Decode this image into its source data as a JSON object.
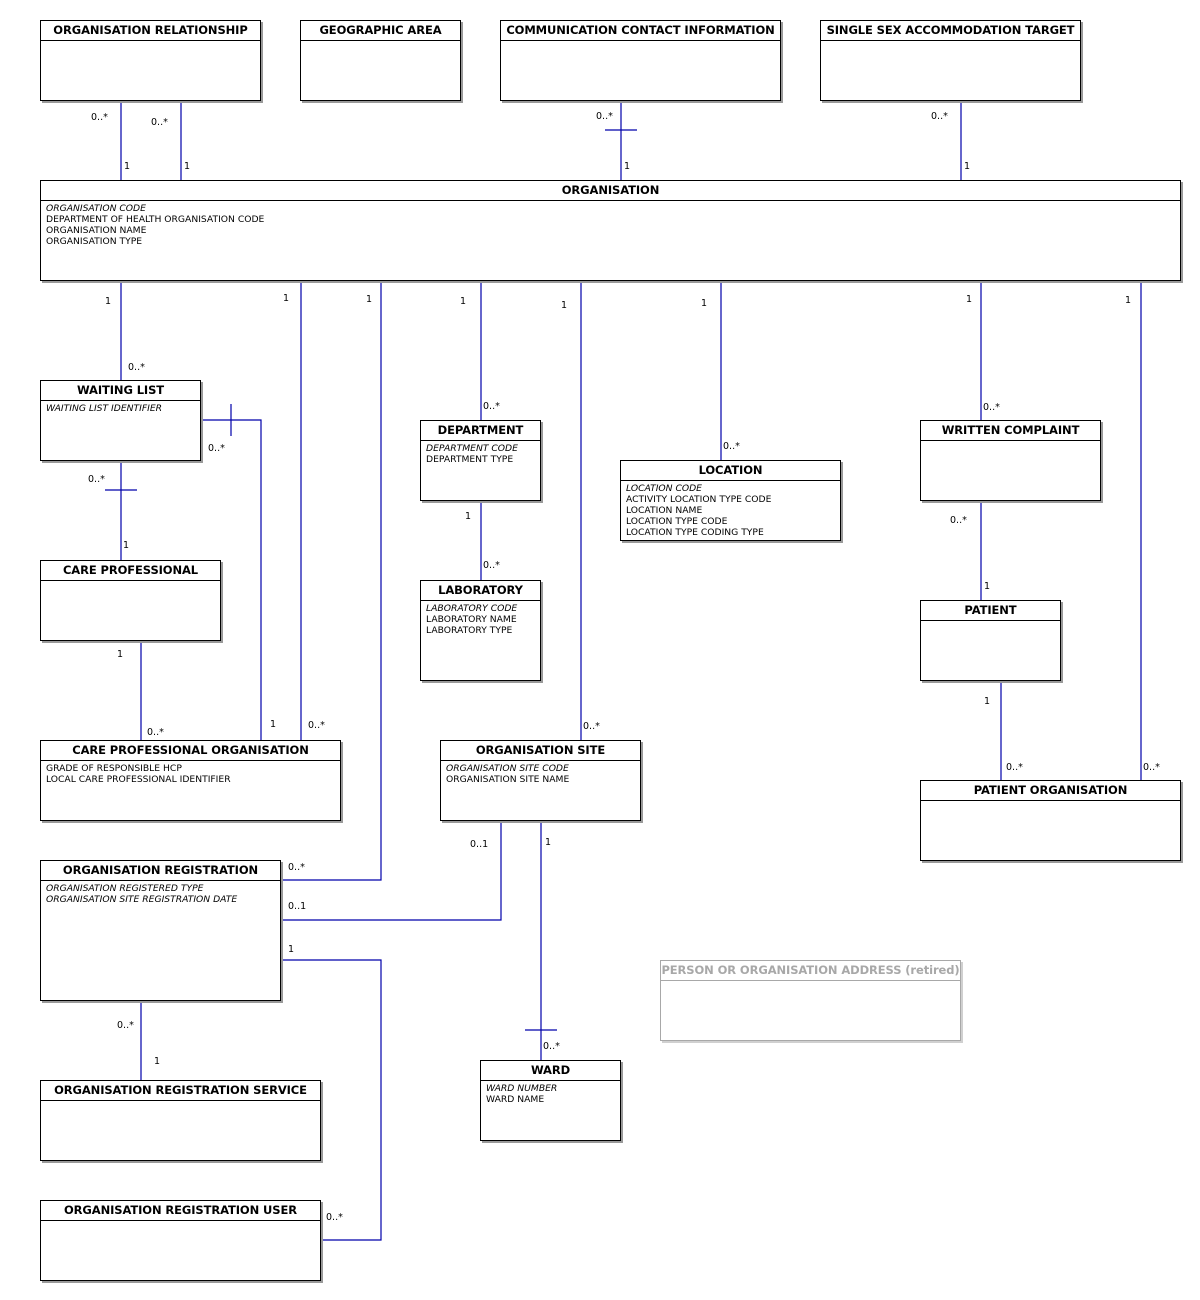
{
  "entities": {
    "organisation_relationship": {
      "title": "ORGANISATION RELATIONSHIP",
      "attrs": []
    },
    "geographic_area": {
      "title": "GEOGRAPHIC AREA",
      "attrs": []
    },
    "communication_contact_information": {
      "title": "COMMUNICATION CONTACT INFORMATION",
      "attrs": []
    },
    "single_sex_accommodation_target": {
      "title": "SINGLE SEX ACCOMMODATION TARGET",
      "attrs": []
    },
    "organisation": {
      "title": "ORGANISATION",
      "attrs": [
        {
          "text": "ORGANISATION CODE",
          "key": true
        },
        {
          "text": "DEPARTMENT OF HEALTH ORGANISATION CODE",
          "key": false
        },
        {
          "text": "ORGANISATION NAME",
          "key": false
        },
        {
          "text": "ORGANISATION TYPE",
          "key": false
        }
      ]
    },
    "waiting_list": {
      "title": "WAITING LIST",
      "attrs": [
        {
          "text": "WAITING LIST IDENTIFIER",
          "key": true
        }
      ]
    },
    "care_professional": {
      "title": "CARE PROFESSIONAL",
      "attrs": []
    },
    "care_professional_organisation": {
      "title": "CARE PROFESSIONAL ORGANISATION",
      "attrs": [
        {
          "text": "GRADE OF RESPONSIBLE HCP",
          "key": false
        },
        {
          "text": "LOCAL CARE PROFESSIONAL IDENTIFIER",
          "key": false
        }
      ]
    },
    "department": {
      "title": "DEPARTMENT",
      "attrs": [
        {
          "text": "DEPARTMENT CODE",
          "key": true
        },
        {
          "text": "DEPARTMENT TYPE",
          "key": false
        }
      ]
    },
    "laboratory": {
      "title": "LABORATORY",
      "attrs": [
        {
          "text": "LABORATORY CODE",
          "key": true
        },
        {
          "text": "LABORATORY NAME",
          "key": false
        },
        {
          "text": "LABORATORY TYPE",
          "key": false
        }
      ]
    },
    "location": {
      "title": "LOCATION",
      "attrs": [
        {
          "text": "LOCATION CODE",
          "key": true
        },
        {
          "text": "ACTIVITY LOCATION TYPE CODE",
          "key": false
        },
        {
          "text": "LOCATION NAME",
          "key": false
        },
        {
          "text": "LOCATION TYPE CODE",
          "key": false
        },
        {
          "text": "LOCATION TYPE CODING TYPE",
          "key": false
        }
      ]
    },
    "written_complaint": {
      "title": "WRITTEN COMPLAINT",
      "attrs": []
    },
    "patient": {
      "title": "PATIENT",
      "attrs": []
    },
    "patient_organisation": {
      "title": "PATIENT ORGANISATION",
      "attrs": []
    },
    "organisation_site": {
      "title": "ORGANISATION SITE",
      "attrs": [
        {
          "text": "ORGANISATION SITE CODE",
          "key": true
        },
        {
          "text": "ORGANISATION SITE NAME",
          "key": false
        }
      ]
    },
    "organisation_registration": {
      "title": "ORGANISATION REGISTRATION",
      "attrs": [
        {
          "text": "ORGANISATION REGISTERED TYPE",
          "key": true
        },
        {
          "text": "ORGANISATION SITE REGISTRATION DATE",
          "key": true
        }
      ]
    },
    "organisation_registration_service": {
      "title": "ORGANISATION REGISTRATION SERVICE",
      "attrs": []
    },
    "organisation_registration_user": {
      "title": "ORGANISATION REGISTRATION USER",
      "attrs": []
    },
    "ward": {
      "title": "WARD",
      "attrs": [
        {
          "text": "WARD NUMBER",
          "key": true
        },
        {
          "text": "WARD NAME",
          "key": false
        }
      ]
    },
    "person_or_organisation_address": {
      "title": "PERSON OR ORGANISATION ADDRESS (retired)",
      "attrs": []
    }
  },
  "multiplicities": {
    "orgrel_a_top": "0..*",
    "orgrel_a_bottom": "1",
    "orgrel_b_top": "0..*",
    "orgrel_b_bottom": "1",
    "comm_top": "0..*",
    "comm_bottom": "1",
    "sex_top": "0..*",
    "sex_bottom": "1",
    "wl_org": "1",
    "wl_many": "0..*",
    "wl_cpo_many": "0..*",
    "wl_cpo_one": "1",
    "wl_cp_many": "0..*",
    "cp_wl_one": "1",
    "cp_one": "1",
    "cpo_many_cp": "0..*",
    "org_cpo_one": "1",
    "cpo_many_org": "0..*",
    "org_reg_one": "1",
    "reg_many_org": "0..*",
    "org_dept_one": "1",
    "dept_many": "0..*",
    "dept_lab_one": "1",
    "lab_many": "0..*",
    "org_site_one": "1",
    "site_many": "0..*",
    "org_loc_one": "1",
    "loc_many": "0..*",
    "org_wc_one": "1",
    "wc_many": "0..*",
    "wc_pat_many": "0..*",
    "pat_wc_one": "1",
    "org_po_one": "1",
    "po_many_org": "0..*",
    "pat_po_one": "1",
    "po_many_pat": "0..*",
    "site_reg_zero": "0..1",
    "reg_site_zero": "0..1",
    "site_ward_one": "1",
    "ward_many": "0..*",
    "reg_user_one": "1",
    "user_many": "0..*",
    "reg_svc_many": "0..*",
    "svc_one": "1"
  }
}
